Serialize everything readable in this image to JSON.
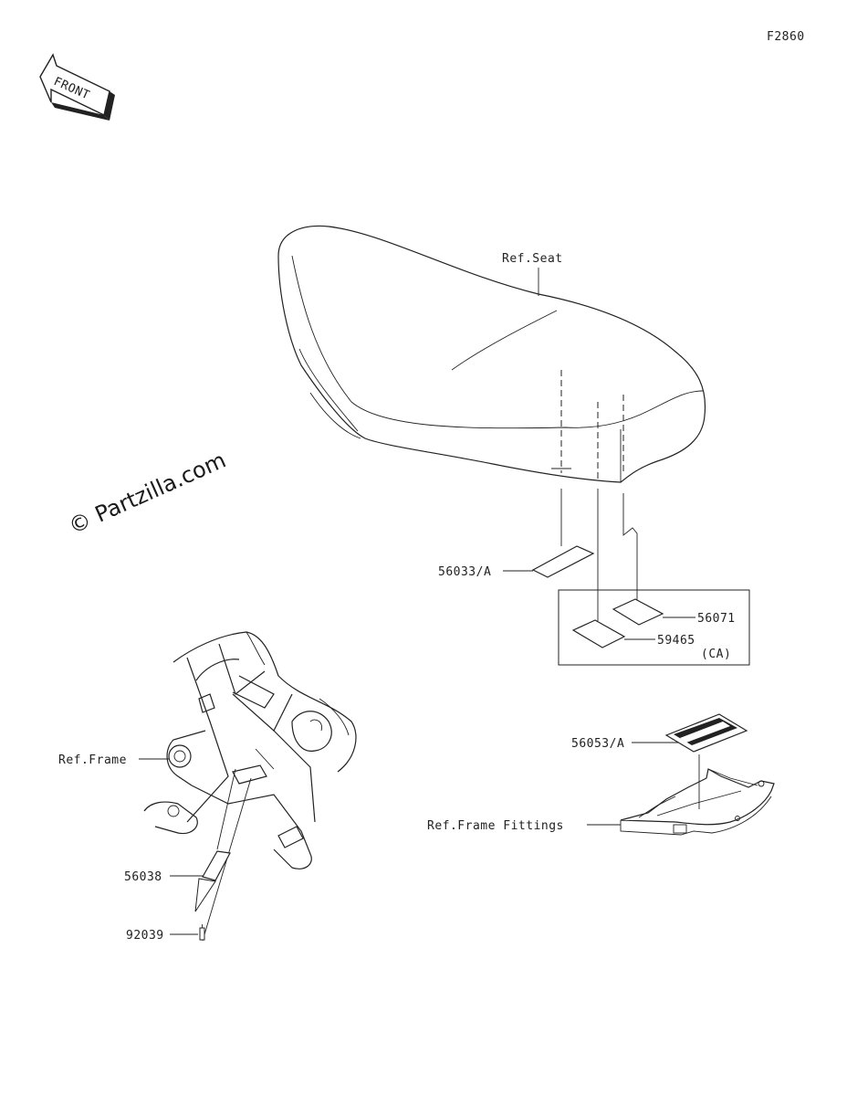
{
  "diagram_code": "F2860",
  "front_arrow_text": "FRONT",
  "watermark": "© Partzilla.com",
  "labels": {
    "ref_seat": "Ref.Seat",
    "p56033": "56033/A",
    "p56071": "56071",
    "p59465": "59465",
    "ca": "(CA)",
    "ref_frame": "Ref.Frame",
    "p56053": "56053/A",
    "ref_frame_fittings": "Ref.Frame Fittings",
    "p56038": "56038",
    "p92039": "92039"
  }
}
